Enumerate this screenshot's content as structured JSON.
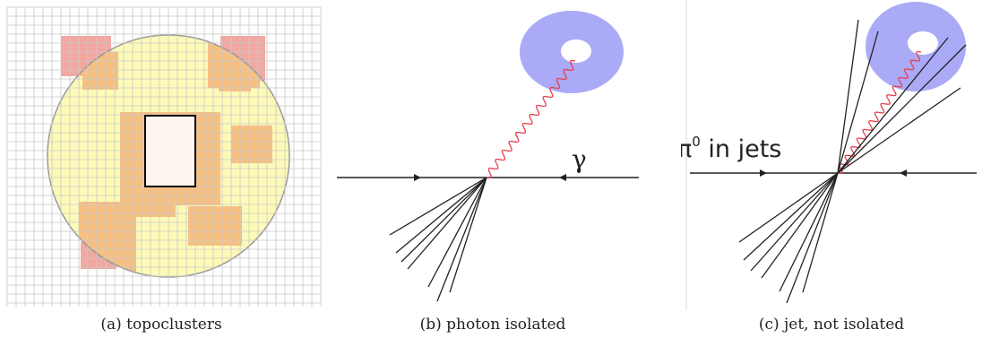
{
  "captions": {
    "a": "(a) topoclusters",
    "b": "(b) photon isolated",
    "c": "(c) jet, not isolated"
  },
  "labels": {
    "gamma": "γ",
    "pi0_prefix": "π",
    "pi0_sup": "0",
    "pi0_suffix": " in jets"
  },
  "colors": {
    "cone_fill": "#fdfab8",
    "cluster": "#f6c083",
    "cluster_outside": "#f2a8a0",
    "center_cell": "#fdf4ee",
    "calorimeter": "#aaaaf7",
    "photon": "#e8404b",
    "track": "#222222"
  }
}
